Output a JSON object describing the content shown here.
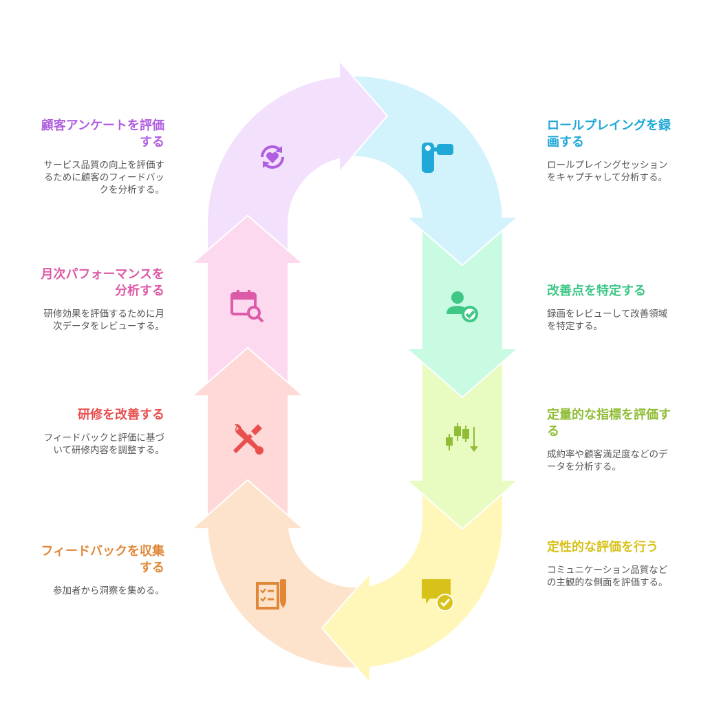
{
  "steps": [
    {
      "id": "survey",
      "title": "顧客アンケートを評価する",
      "desc": "サービス品質の向上を評価するために顧客のフィードバックを分析する。",
      "color": "#b05ee0",
      "fill": "#f3e0fd",
      "icon": "heart-cycle-icon"
    },
    {
      "id": "record",
      "title": "ロールプレイングを録画する",
      "desc": "ロールプレイングセッションをキャプチャして分析する。",
      "color": "#1fa8d8",
      "fill": "#d3f3fc",
      "icon": "video-camera-icon"
    },
    {
      "id": "identify",
      "title": "改善点を特定する",
      "desc": "録画をレビューして改善領域を特定する。",
      "color": "#3fc786",
      "fill": "#c9fbe3",
      "icon": "person-check-icon"
    },
    {
      "id": "quantitative",
      "title": "定量的な指標を評価する",
      "desc": "成約率や顧客満足度などのデータを分析する。",
      "color": "#8fbd35",
      "fill": "#e8fbc0",
      "icon": "candlestick-chart-icon"
    },
    {
      "id": "qualitative",
      "title": "定性的な評価を行う",
      "desc": "コミュニケーション品質などの主観的な側面を評価する。",
      "color": "#d8c21a",
      "fill": "#fef7b9",
      "icon": "chat-check-icon"
    },
    {
      "id": "feedback",
      "title": "フィードバックを収集する",
      "desc": "参加者から洞察を集める。",
      "color": "#e08838",
      "fill": "#fde3cb",
      "icon": "checklist-pen-icon"
    },
    {
      "id": "improve",
      "title": "研修を改善する",
      "desc": "フィードバックと評価に基づいて研修内容を調整する。",
      "color": "#e84f4f",
      "fill": "#fed9d8",
      "icon": "tools-icon"
    },
    {
      "id": "monthly",
      "title": "月次パフォーマンスを分析する",
      "desc": "研修効果を評価するために月次データをレビューする。",
      "color": "#dd5aa9",
      "fill": "#fdd9ef",
      "icon": "calendar-search-icon"
    }
  ]
}
